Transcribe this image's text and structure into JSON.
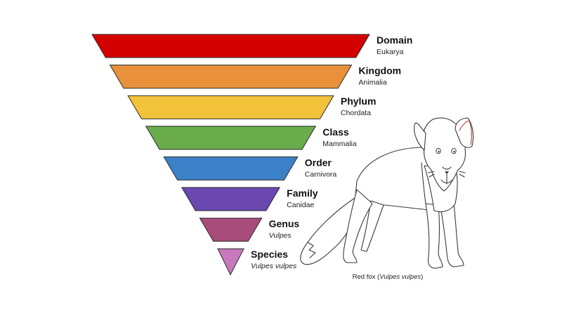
{
  "ranks": [
    {
      "name": "Domain",
      "example": "Eukarya",
      "italic": false,
      "color": "#d40000"
    },
    {
      "name": "Kingdom",
      "example": "Animalia",
      "italic": false,
      "color": "#e8903a"
    },
    {
      "name": "Phylum",
      "example": "Chordata",
      "italic": false,
      "color": "#f2c23a"
    },
    {
      "name": "Class",
      "example": "Mammalia",
      "italic": false,
      "color": "#6aac4c"
    },
    {
      "name": "Order",
      "example": "Carnivora",
      "italic": false,
      "color": "#3c80c8"
    },
    {
      "name": "Family",
      "example": "Canidae",
      "italic": false,
      "color": "#6a48b0"
    },
    {
      "name": "Genus",
      "example": "Vulpes",
      "italic": true,
      "color": "#a84c7c"
    },
    {
      "name": "Species",
      "example": "Vulpes vulpes",
      "italic": true,
      "color": "#c878bc"
    }
  ],
  "illustration": {
    "icon": "fox-icon",
    "caption_prefix": "Red fox (",
    "caption_italic": "Vulpes vulpes",
    "caption_suffix": ")"
  }
}
